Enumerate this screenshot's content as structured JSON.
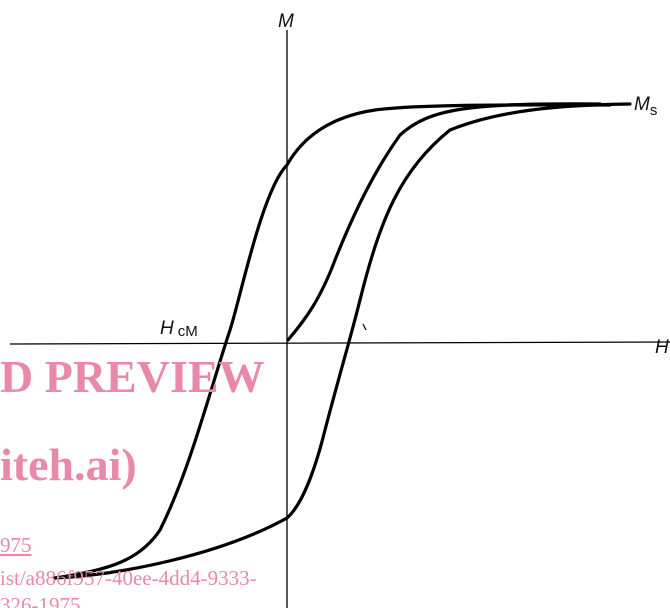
{
  "labels": {
    "y_axis": "M",
    "x_axis": "H",
    "saturation_main": "M",
    "saturation_sub": "s",
    "coercivity_main": "H",
    "coercivity_sub": "cM"
  },
  "watermark": {
    "line1": "D PREVIEW",
    "line2": "iteh.ai)",
    "line3": "975",
    "line4": "ist/a886f957-40ee-4dd4-9333-",
    "line5": "326-1975"
  },
  "colors": {
    "curve": "#000000",
    "axis": "#000000",
    "watermark": "#e889a8"
  }
}
